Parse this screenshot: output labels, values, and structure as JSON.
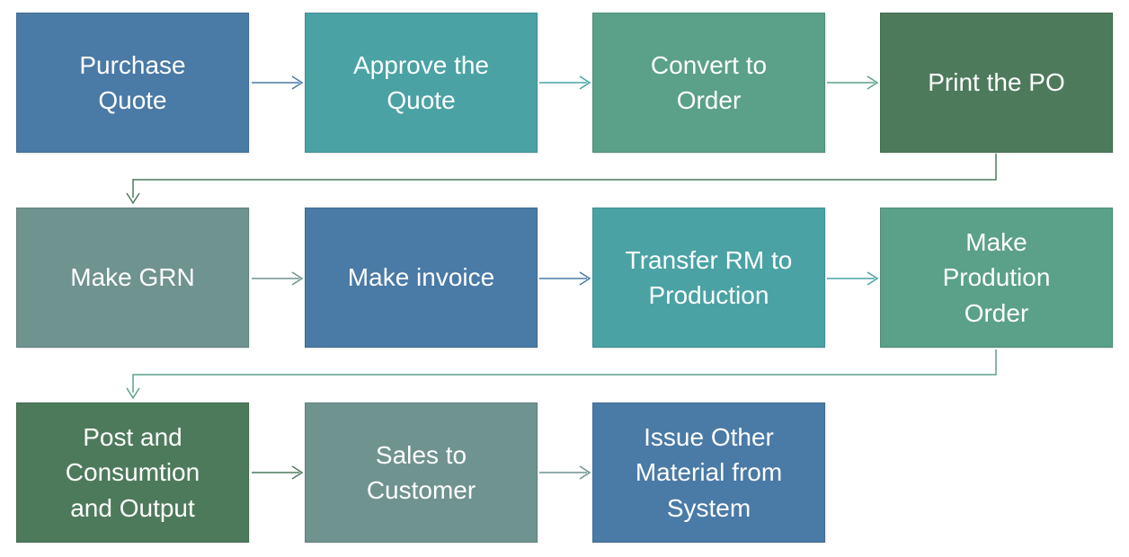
{
  "diagram": {
    "description": "Purchase-to-production process flowchart, 11 steps in 3 rows",
    "background": "#ffffff",
    "text_color": "#ffffff",
    "palette": {
      "blue": "#4a7aa6",
      "teal": "#4aa2a5",
      "green": "#5ba089",
      "dark_green": "#4d7a5b",
      "gray_green": "#6f938f"
    },
    "nodes": [
      {
        "id": "purchase-quote",
        "label": "Purchase\nQuote",
        "color": "#4a7aa6"
      },
      {
        "id": "approve-quote",
        "label": "Approve the\nQuote",
        "color": "#4aa2a5"
      },
      {
        "id": "convert-order",
        "label": "Convert to\nOrder",
        "color": "#5ba089"
      },
      {
        "id": "print-po",
        "label": "Print the PO",
        "color": "#4d7a5b"
      },
      {
        "id": "make-grn",
        "label": "Make GRN",
        "color": "#6f938f"
      },
      {
        "id": "make-invoice",
        "label": "Make invoice",
        "color": "#4a7aa6"
      },
      {
        "id": "transfer-rm",
        "label": "Transfer RM to\nProduction",
        "color": "#4aa2a5"
      },
      {
        "id": "production-order",
        "label": "Make\nProdution\nOrder",
        "color": "#5ba089"
      },
      {
        "id": "post-consumption",
        "label": "Post and\nConsumtion\nand Output",
        "color": "#4d7a5b"
      },
      {
        "id": "sales-customer",
        "label": "Sales to\nCustomer",
        "color": "#6f938f"
      },
      {
        "id": "issue-material",
        "label": "Issue Other\nMaterial from\nSystem",
        "color": "#4a7aa6"
      }
    ],
    "connectors": [
      {
        "from": "purchase-quote",
        "to": "approve-quote",
        "shape": "straight",
        "color": "#4a7aa6"
      },
      {
        "from": "approve-quote",
        "to": "convert-order",
        "shape": "straight",
        "color": "#4aa2a5"
      },
      {
        "from": "convert-order",
        "to": "print-po",
        "shape": "straight",
        "color": "#5ba089"
      },
      {
        "from": "print-po",
        "to": "make-grn",
        "shape": "elbow",
        "color": "#4d7a5b"
      },
      {
        "from": "make-grn",
        "to": "make-invoice",
        "shape": "straight",
        "color": "#6f938f"
      },
      {
        "from": "make-invoice",
        "to": "transfer-rm",
        "shape": "straight",
        "color": "#4a7aa6"
      },
      {
        "from": "transfer-rm",
        "to": "production-order",
        "shape": "straight",
        "color": "#4aa2a5"
      },
      {
        "from": "production-order",
        "to": "post-consumption",
        "shape": "elbow",
        "color": "#5ba089"
      },
      {
        "from": "post-consumption",
        "to": "sales-customer",
        "shape": "straight",
        "color": "#4d7a5b"
      },
      {
        "from": "sales-customer",
        "to": "issue-material",
        "shape": "straight",
        "color": "#6f938f"
      }
    ]
  }
}
